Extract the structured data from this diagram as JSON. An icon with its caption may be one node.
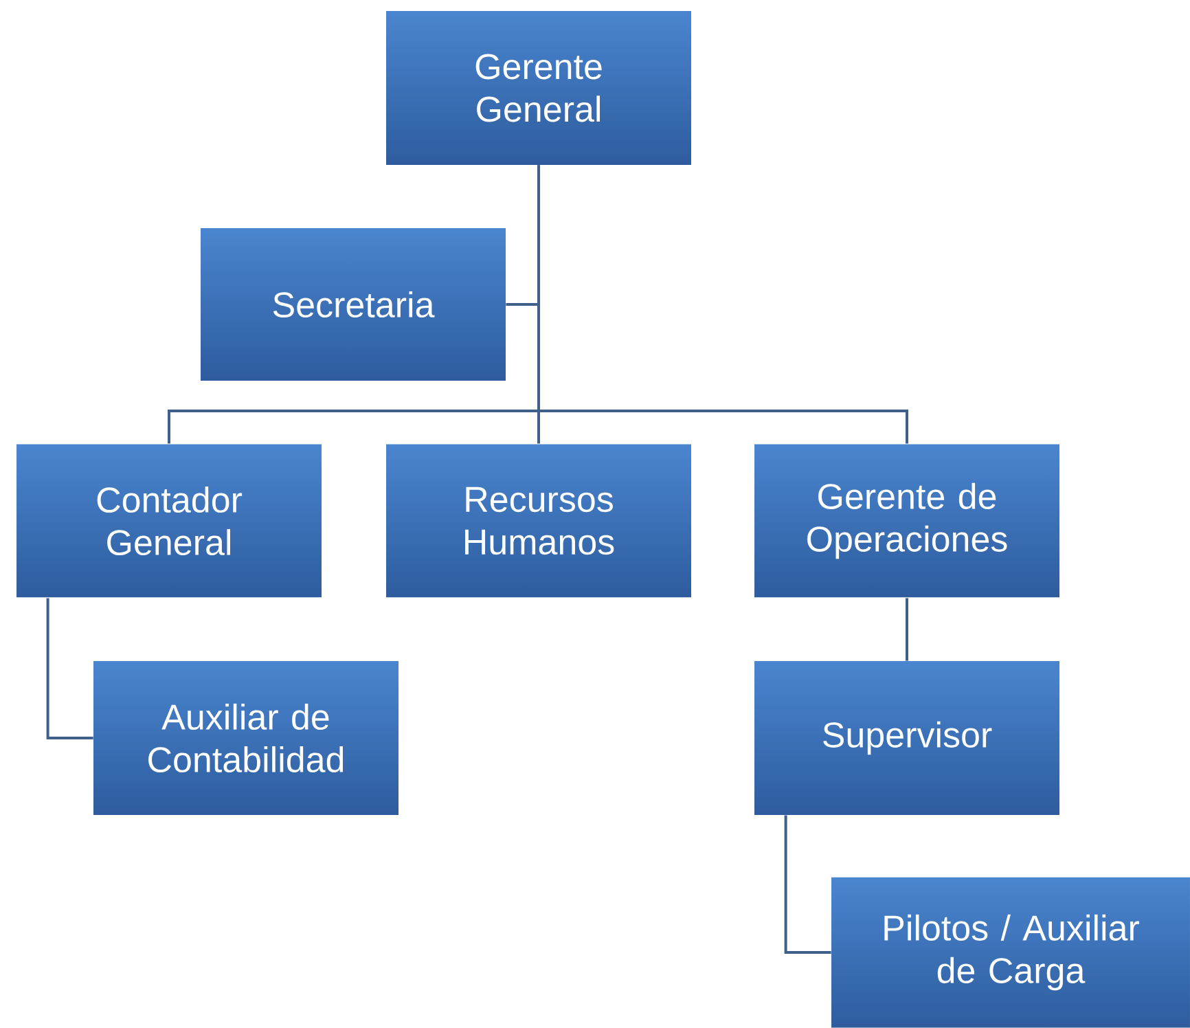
{
  "diagram": {
    "nodes": [
      {
        "text": [
          "Gerente General"
        ]
      },
      {
        "text": [
          "Secretaria"
        ]
      },
      {
        "text": [
          "Contador General"
        ]
      },
      {
        "text": [
          "Recursos Humanos"
        ]
      },
      {
        "text": [
          "Gerente de Operaciones"
        ]
      },
      {
        "text": [
          "Auxiliar de Contabilidad"
        ]
      },
      {
        "text": [
          "Supervisor"
        ]
      },
      {
        "text": [
          "Pilotos / Auxiliar de Carga"
        ]
      }
    ],
    "edges": [
      {
        "from": 0,
        "to": 1,
        "arrow": "none"
      },
      {
        "from": 0,
        "to": 2,
        "arrow": "none"
      },
      {
        "from": 0,
        "to": 3,
        "arrow": "none"
      },
      {
        "from": 0,
        "to": 4,
        "arrow": "none"
      },
      {
        "from": 2,
        "to": 5,
        "arrow": "none"
      },
      {
        "from": 4,
        "to": 6,
        "arrow": "none"
      },
      {
        "from": 6,
        "to": 7,
        "arrow": "none"
      }
    ]
  }
}
